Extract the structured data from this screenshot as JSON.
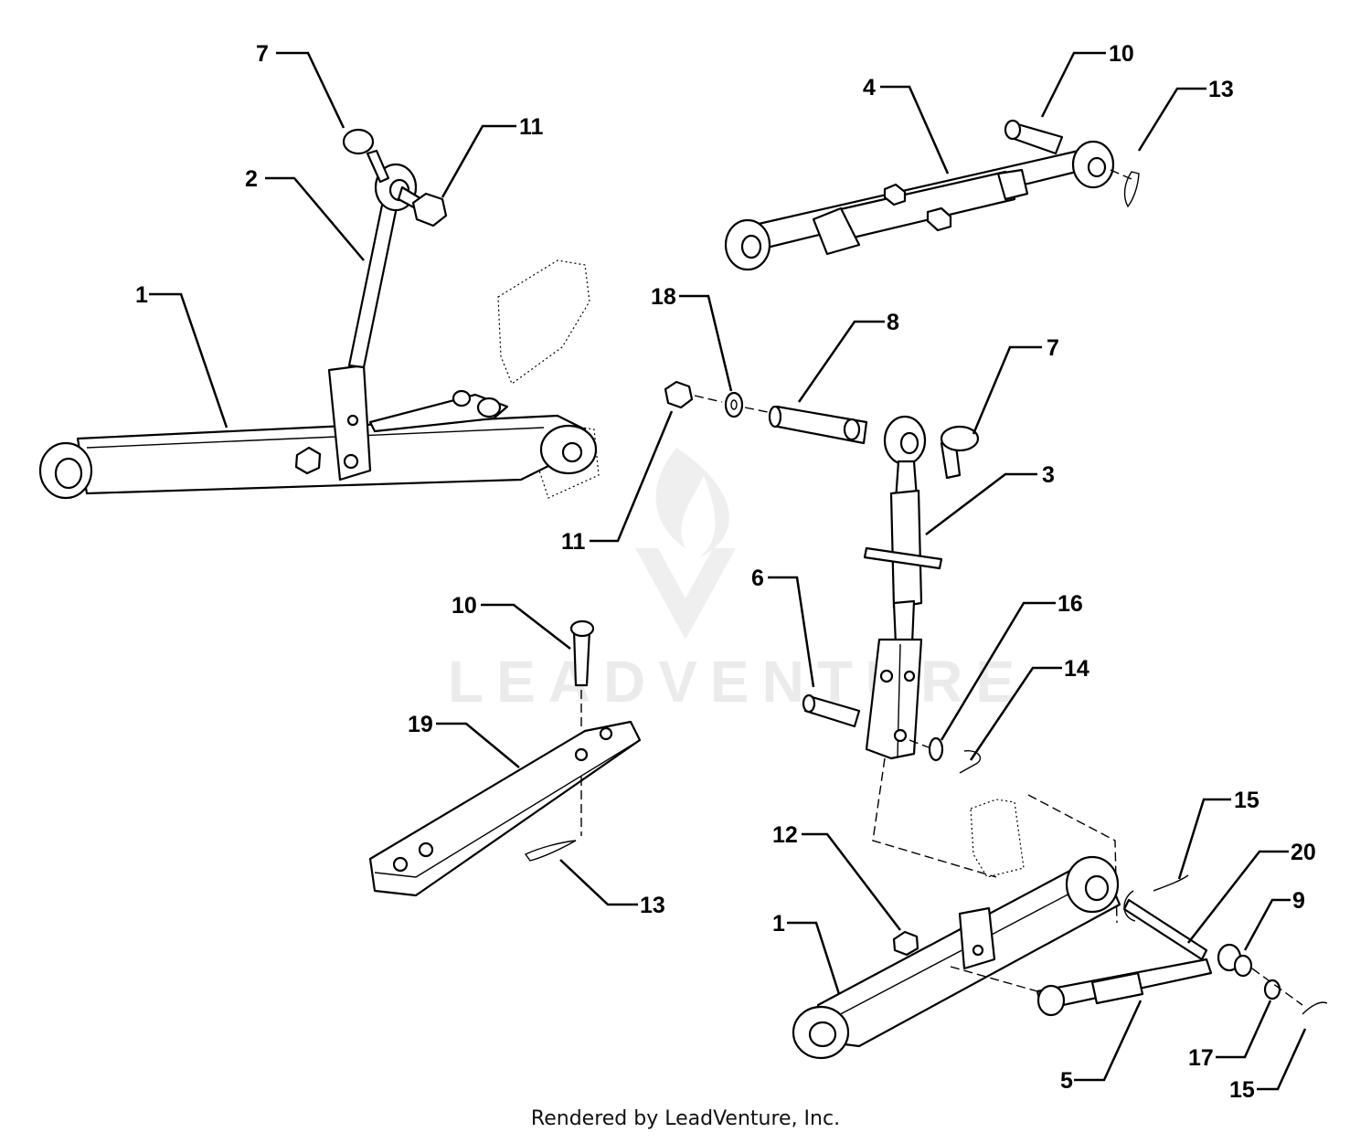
{
  "watermark": {
    "brand": "LEADVENTURE"
  },
  "footer": {
    "text": "Rendered by LeadVenture, Inc."
  },
  "callouts": {
    "c1_top": "1",
    "c2": "2",
    "c7_top": "7",
    "c11_top": "11",
    "c4": "4",
    "c10_top": "10",
    "c13_top": "13",
    "c18": "18",
    "c8": "8",
    "c7_mid": "7",
    "c11_mid": "11",
    "c3": "3",
    "c6": "6",
    "c16": "16",
    "c14": "14",
    "c10_bot": "10",
    "c19": "19",
    "c13_bot": "13",
    "c12": "12",
    "c1_bot": "1",
    "c15_top": "15",
    "c20": "20",
    "c9": "9",
    "c5": "5",
    "c17": "17",
    "c15_bot": "15"
  }
}
